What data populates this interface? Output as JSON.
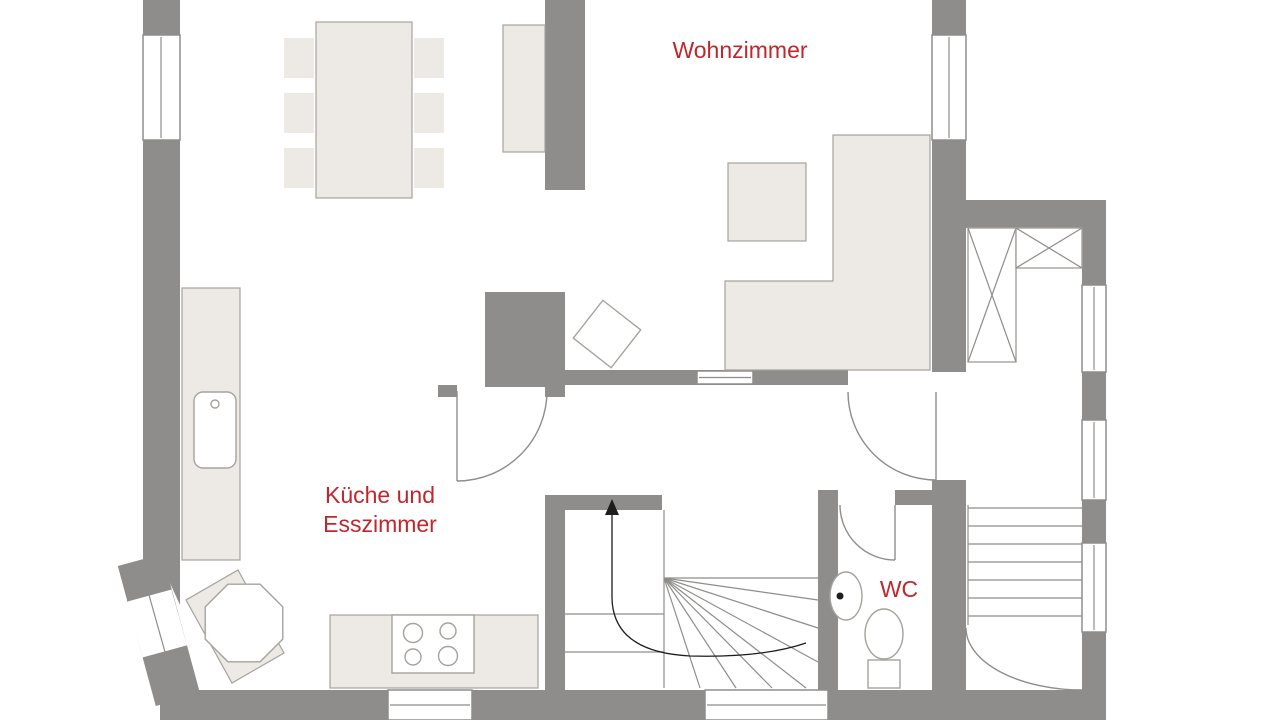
{
  "palette": {
    "background": "#ffffff",
    "wall": "#8e8d8b",
    "furniture_fill": "#edeae6",
    "furniture_stroke": "#a6a29d",
    "thin_line": "#8e8d8b",
    "label": "#c0272d",
    "dark": "#1d1d1b"
  },
  "labels": {
    "living_room": "Wohnzimmer",
    "kitchen_line1": "Küche und",
    "kitchen_line2": "Esszimmer",
    "wc": "WC"
  }
}
